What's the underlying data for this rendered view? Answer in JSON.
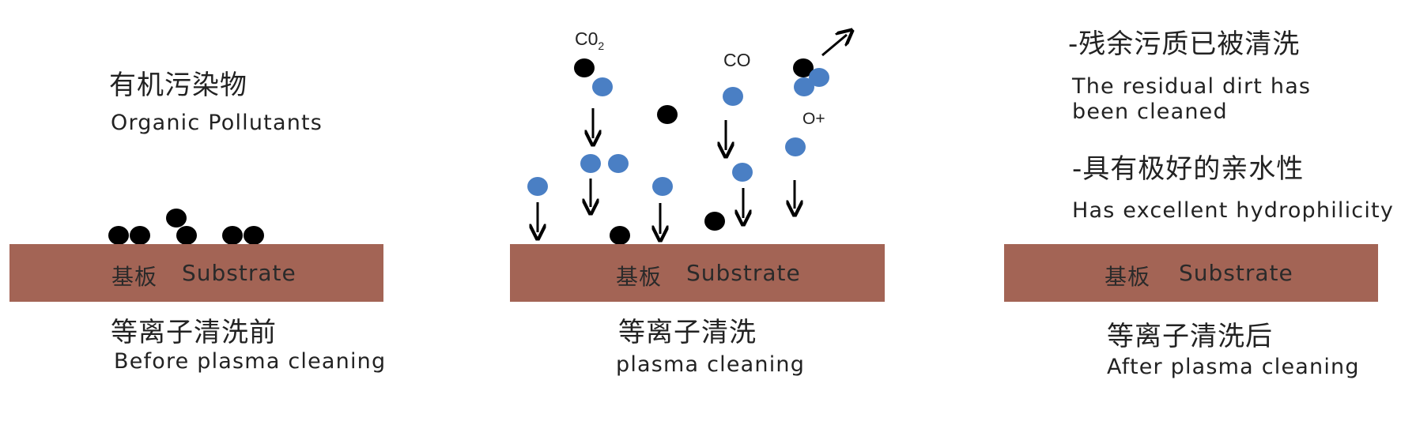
{
  "panels": [
    {
      "top_cn": "有机污染物",
      "top_en": "Organic Pollutants",
      "substrate": {
        "cn": "基板",
        "en": "Substrate"
      },
      "caption_cn": "等离子清洗前",
      "caption_en": "Before plasma cleaning"
    },
    {
      "labels": {
        "co2": "C0",
        "co2_sub": "2",
        "co": "CO",
        "oplus": "O+"
      },
      "substrate": {
        "cn": "基板",
        "en": "Substrate"
      },
      "caption_cn": "等离子清洗",
      "caption_en": "plasma cleaning"
    },
    {
      "note1_cn": "-残余污质已被清洗",
      "note1_en_line1": "The residual dirt has",
      "note1_en_line2": "been cleaned",
      "note2_cn": "-具有极好的亲水性",
      "note2_en": "Has excellent hydrophilicity",
      "substrate": {
        "cn": "基板",
        "en": "Substrate"
      },
      "caption_cn": "等离子清洗后",
      "caption_en": "After plasma cleaning"
    }
  ],
  "colors": {
    "substrate": "#a36455",
    "pollutant": "#000000",
    "oxygen": "#4a7fc4"
  }
}
